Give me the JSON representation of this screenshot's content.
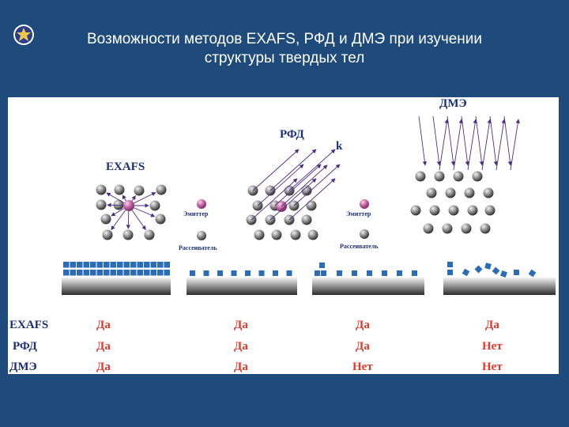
{
  "slide": {
    "title_line1": "Возможности методов EXAFS, РФД и ДМЭ при изучении",
    "title_line2": "структуры твердых тел"
  },
  "labels": {
    "exafs": "EXAFS",
    "rfd": "РФД",
    "k": "k",
    "dme": "ДМЭ",
    "emitter": "Эмиттер",
    "scatterer": "Рассеиватель"
  },
  "table": {
    "rows": [
      {
        "method": "EXAFS",
        "values": [
          "Да",
          "Да",
          "Да",
          "Да"
        ]
      },
      {
        "method": "РФД",
        "values": [
          "Да",
          "Да",
          "Да",
          "Нет"
        ]
      },
      {
        "method": "ДМЭ",
        "values": [
          "Да",
          "Да",
          "Нет",
          "Нет"
        ]
      }
    ]
  },
  "colors": {
    "slide_bg": "#1f4a7c",
    "answer_text": "#e0392b",
    "method_text": "#1a2f7a",
    "adsorbate": "#2a6cb5",
    "arrow": "#4b2d86",
    "emitter": "#c65fa0"
  },
  "icons": {
    "logo": "university-crest-icon"
  }
}
